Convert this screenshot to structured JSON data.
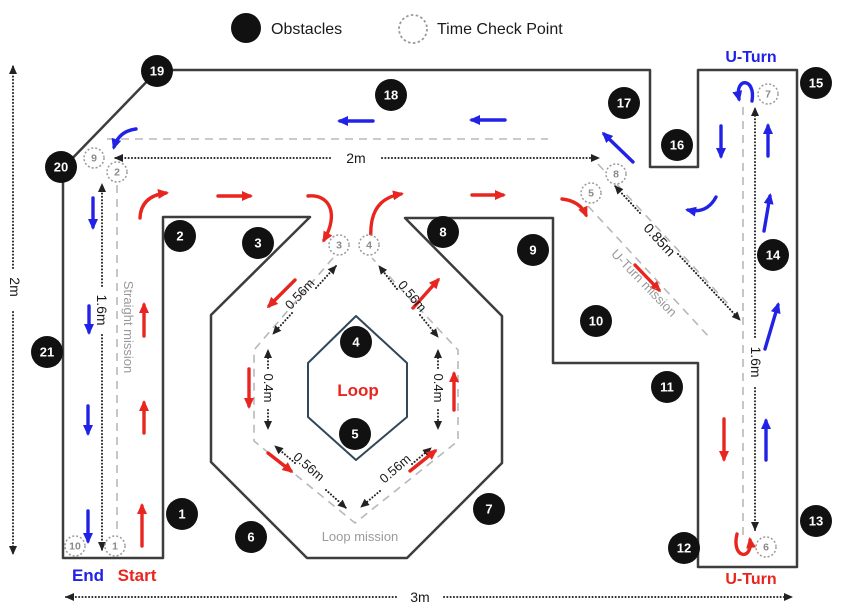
{
  "legend": {
    "obstacles_label": "Obstacles",
    "checkpoint_label": "Time Check Point"
  },
  "labels": {
    "start": "Start",
    "end": "End",
    "u_turn_top": "U-Turn",
    "u_turn_bottom": "U-Turn",
    "loop": "Loop",
    "loop_mission": "Loop mission",
    "straight_mission": "Straight mission",
    "u_turn_mission": "U-Turn mission"
  },
  "dimensions": {
    "left_height": "2m",
    "top_width": "2m",
    "bottom_width": "3m",
    "left_inner": "1.6m",
    "right_inner": "1.6m",
    "diagonal": "0.85m",
    "loop_side_ul": "0.56m",
    "loop_side_ur": "0.56m",
    "loop_side_ll": "0.56m",
    "loop_side_lr": "0.56m",
    "loop_left": "0.4m",
    "loop_right": "0.4m"
  },
  "obstacles": [
    "1",
    "2",
    "3",
    "4",
    "5",
    "6",
    "7",
    "8",
    "9",
    "10",
    "11",
    "12",
    "13",
    "14",
    "15",
    "16",
    "17",
    "18",
    "19",
    "20",
    "21"
  ],
  "checkpoints": [
    "1",
    "2",
    "3",
    "4",
    "5",
    "6",
    "7",
    "8",
    "9",
    "10"
  ],
  "colors": {
    "red": "#e8251f",
    "blue": "#2222e6",
    "wall": "#3d3d3d",
    "dashed_gray": "#b8b8b8",
    "hexagon": "#31485a"
  }
}
